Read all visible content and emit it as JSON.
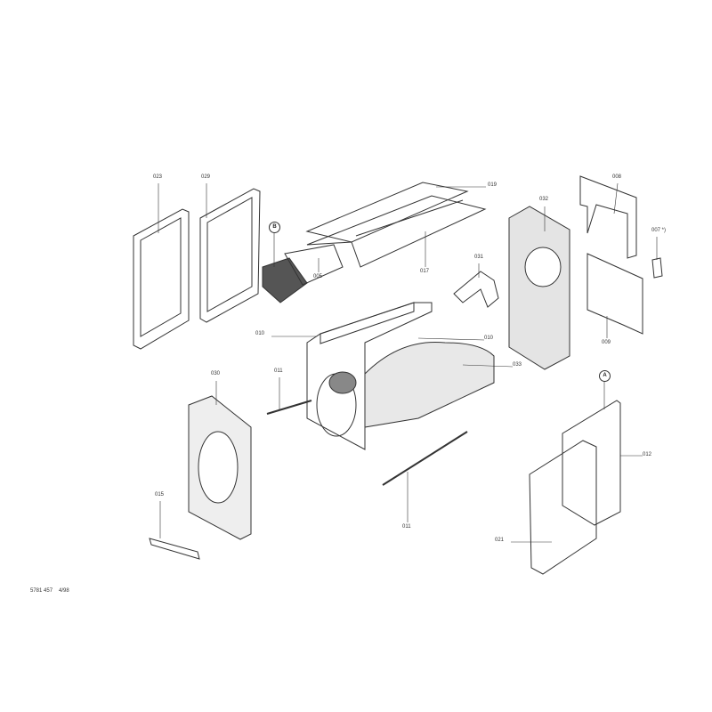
{
  "title_block": {
    "drawing_number": "5781 457",
    "date": "4/98"
  },
  "callouts": {
    "A": "A",
    "B": "B"
  },
  "parts": {
    "p023": "023",
    "p029": "029",
    "p005": "005",
    "p019": "019",
    "p017": "017",
    "p031": "031",
    "p032": "032",
    "p008": "008",
    "p007": "007 *)",
    "p009": "009",
    "p010a": "010",
    "p010b": "010",
    "p033": "033",
    "p011a": "011",
    "p030": "030",
    "p012": "012",
    "p011b": "011",
    "p015": "015",
    "p021": "021"
  }
}
